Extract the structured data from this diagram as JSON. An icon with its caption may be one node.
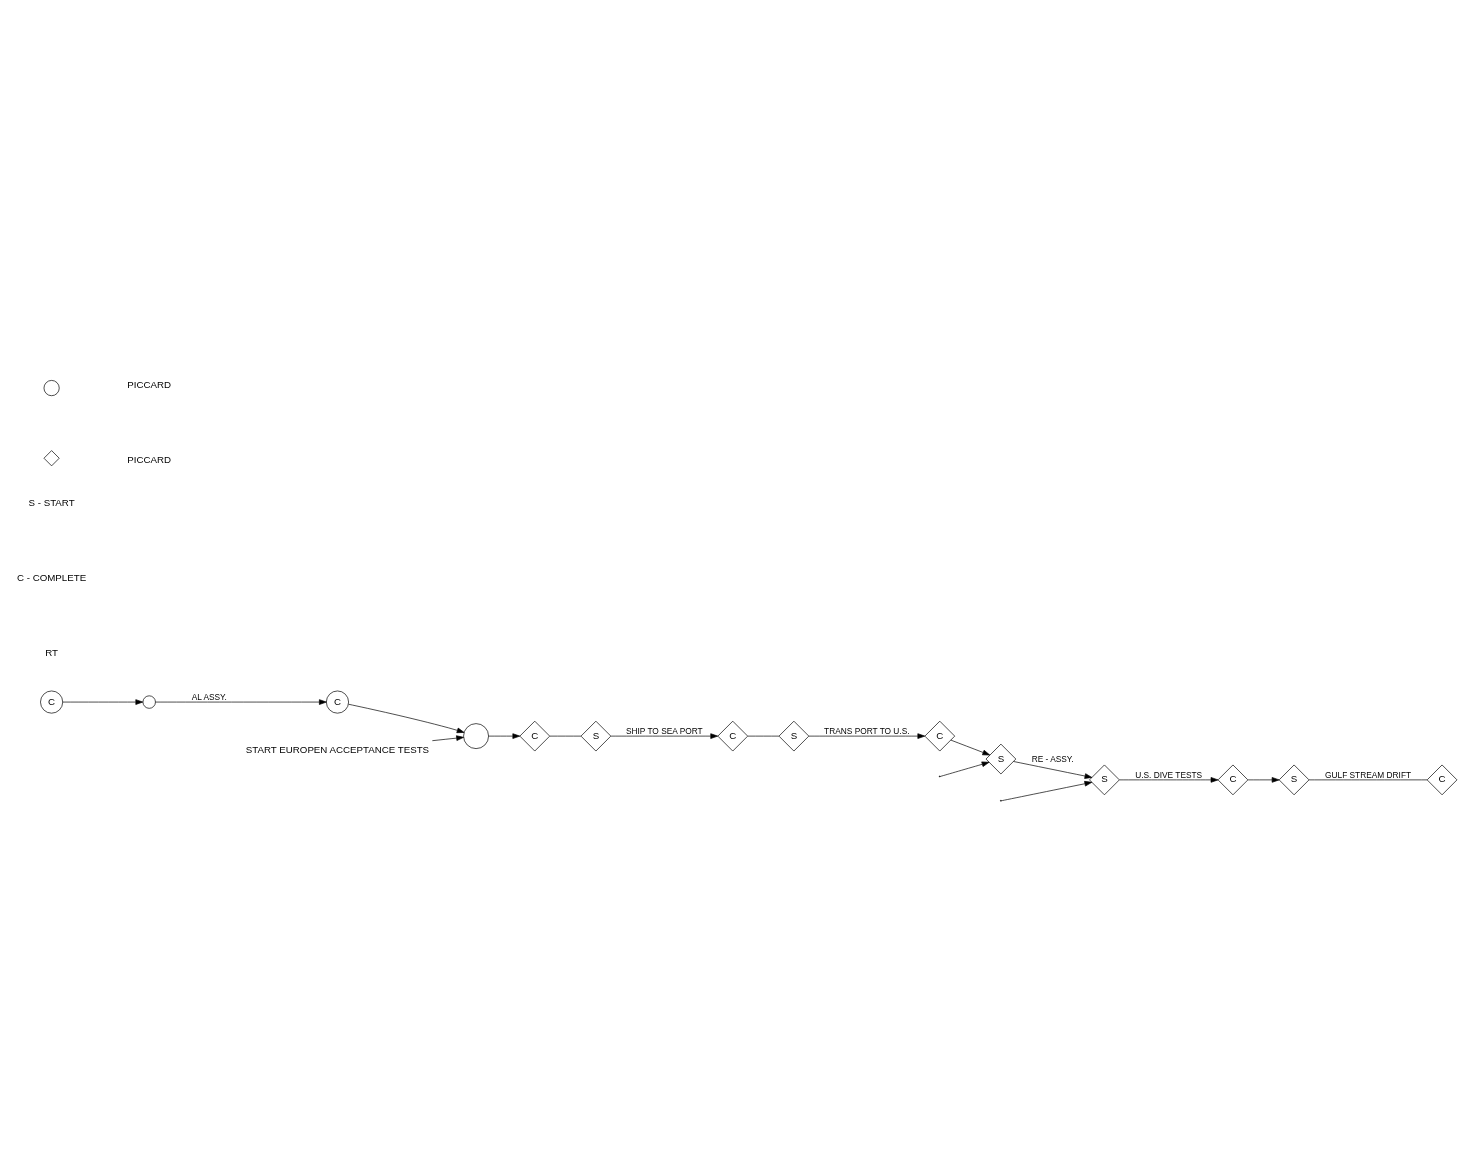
{
  "diagram": {
    "nodes": [
      {
        "text": [
          "C"
        ]
      },
      {
        "text": [],
        "shape": "circle"
      },
      {
        "text": [
          "C"
        ]
      },
      {
        "text": [],
        "shape": "circle"
      },
      {
        "text": [
          "START EUROPEN ACCEPTANCE TESTS"
        ]
      },
      {
        "text": [
          "C"
        ]
      },
      {
        "text": [
          "S"
        ]
      },
      {
        "text": [
          "C"
        ]
      },
      {
        "text": [
          "S"
        ]
      },
      {
        "text": [
          "C"
        ]
      },
      {
        "text": [
          "S"
        ]
      },
      {
        "text": [
          "S"
        ]
      },
      {
        "text": [
          "C"
        ]
      },
      {
        "text": [
          "S"
        ]
      },
      {
        "text": [
          "C"
        ]
      }
    ],
    "edges": [
      {
        "from": 0,
        "to": 1,
        "arrow": "to"
      },
      {
        "from": 1,
        "to": 2,
        "arrow": "to",
        "label": "AL ASSY."
      },
      {
        "from": 2,
        "to": 3,
        "arrow": "to"
      },
      {
        "from": 4,
        "to": 3,
        "arrow": "to"
      },
      {
        "from": 3,
        "to": 5,
        "arrow": "to"
      },
      {
        "from": 5,
        "to": 6,
        "arrow": "none"
      },
      {
        "from": 6,
        "to": 7,
        "arrow": "to",
        "label": "SHIP TO SEA PORT"
      },
      {
        "from": 7,
        "to": 8,
        "arrow": "none"
      },
      {
        "from": 8,
        "to": 9,
        "arrow": "to",
        "label": "TRANS PORT TO U.S."
      },
      {
        "from": 9,
        "to": 10,
        "arrow": "to"
      },
      {
        "from": 10,
        "to": 11,
        "arrow": "to",
        "label": "RE - ASSY."
      },
      {
        "from": 11,
        "to": 12,
        "arrow": "to",
        "label": "U.S. DIVE TESTS"
      },
      {
        "from": 12,
        "to": 13,
        "arrow": "to"
      },
      {
        "from": 13,
        "to": 14,
        "arrow": "none",
        "label": "GULF STREAM DRIFT"
      },
      {
        "from": null,
        "to": 10,
        "arrow": "to"
      },
      {
        "from": null,
        "to": 11,
        "arrow": "to"
      }
    ],
    "labels": [
      "S - START",
      "C - COMPLETE",
      "RT"
    ],
    "legend": [
      {
        "text": "PICCARD"
      },
      {
        "text": "PICCARD"
      }
    ]
  }
}
